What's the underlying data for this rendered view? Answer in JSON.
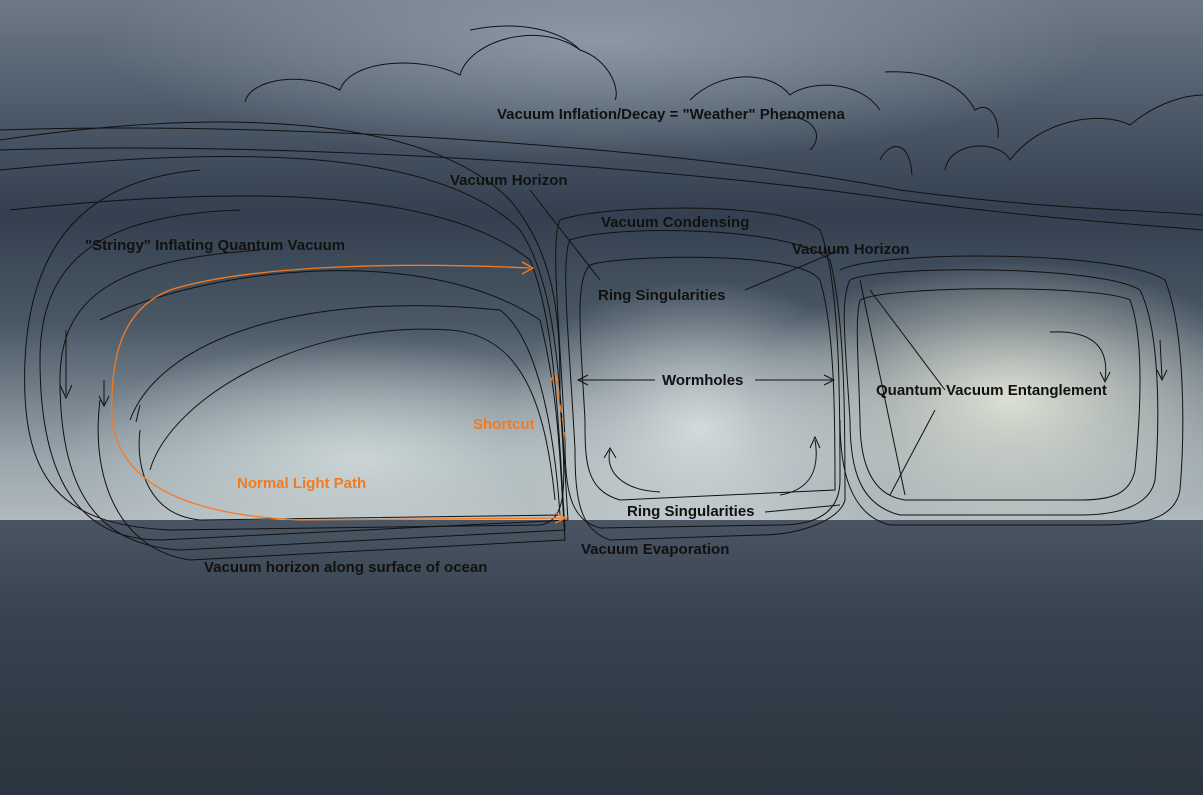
{
  "title": "Vacuum Inflation/Decay = \"Weather\"  Phenomena",
  "labels": {
    "vacuum_horizon_1": "Vacuum Horizon",
    "vacuum_condensing": "Vacuum Condensing",
    "vacuum_horizon_2": "Vacuum Horizon",
    "stringy_vacuum": "\"Stringy\" Inflating Quantum Vacuum",
    "ring_singularities_top": "Ring Singularities",
    "wormholes": "Wormholes",
    "entanglement": "Quantum Vacuum Entanglement",
    "shortcut": "Shortcut",
    "normal_light_path": "Normal Light Path",
    "ring_singularities_bottom": "Ring Singularities",
    "vacuum_evaporation": "Vacuum Evaporation",
    "ocean_horizon": "Vacuum horizon along surface of ocean"
  },
  "colors": {
    "line": "#111111",
    "path": "#f47a20"
  }
}
